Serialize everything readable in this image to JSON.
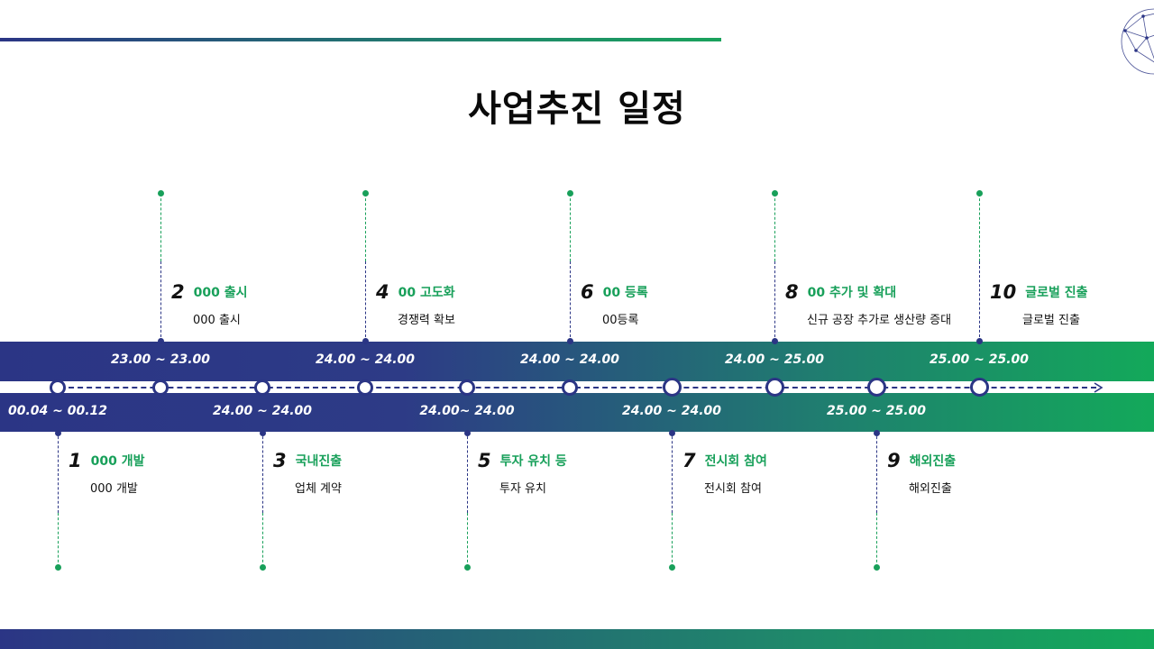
{
  "title": "사업추진 일정",
  "colors": {
    "navy": "#2b3585",
    "green": "#18a05a"
  },
  "decor_icon": "network-globe-icon",
  "milestones": [
    {
      "num": "1",
      "date": "00.04 ~ 00.12",
      "heading": "000 개발",
      "detail": "000 개발"
    },
    {
      "num": "2",
      "date": "23.00 ~ 23.00",
      "heading": "000 출시",
      "detail": "000 출시"
    },
    {
      "num": "3",
      "date": "24.00 ~ 24.00",
      "heading": "국내진출",
      "detail": "업체 계약"
    },
    {
      "num": "4",
      "date": "24.00 ~ 24.00",
      "heading": "00 고도화",
      "detail": "경쟁력 확보"
    },
    {
      "num": "5",
      "date": "24.00~ 24.00",
      "heading": "투자 유치 등",
      "detail": "투자 유치"
    },
    {
      "num": "6",
      "date": "24.00 ~ 24.00",
      "heading": "00 등록",
      "detail": "00등록"
    },
    {
      "num": "7",
      "date": "24.00 ~ 24.00",
      "heading": "전시회 참여",
      "detail": "전시회 참여"
    },
    {
      "num": "8",
      "date": "24.00 ~ 25.00",
      "heading": "00 추가 및 확대",
      "detail": "신규 공장 추가로 생산량 증대"
    },
    {
      "num": "9",
      "date": "25.00 ~ 25.00",
      "heading": "해외진출",
      "detail": "해외진출"
    },
    {
      "num": "10",
      "date": "25.00 ~ 25.00",
      "heading": "글로벌 진출",
      "detail": "글로벌 진출"
    }
  ]
}
